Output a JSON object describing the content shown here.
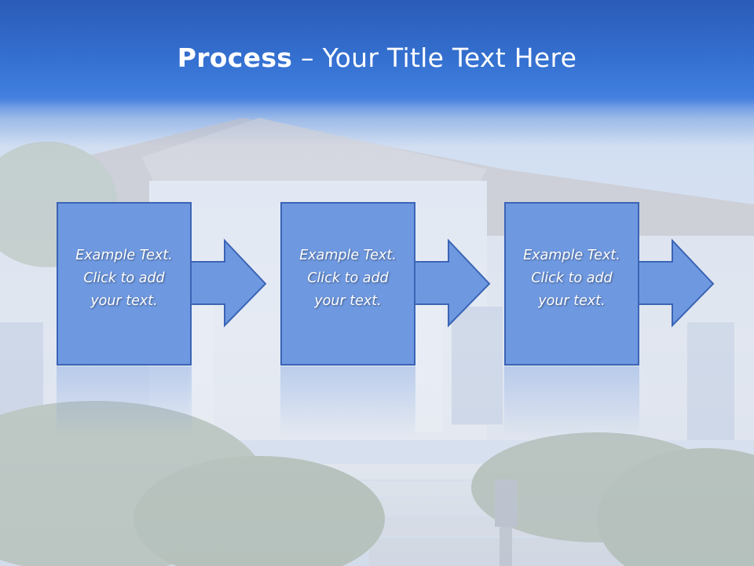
{
  "title": {
    "bold": "Process",
    "rest": " – Your Title Text Here"
  },
  "steps": [
    {
      "lines": [
        "Example Text.",
        "Click  to add",
        "your text."
      ]
    },
    {
      "lines": [
        "Example Text.",
        "Click  to add",
        "your text."
      ]
    },
    {
      "lines": [
        "Example Text.",
        "Click  to add",
        "your text."
      ]
    }
  ],
  "colors": {
    "box_fill": "#6e98e0",
    "box_border": "#3b64b5",
    "header": "#3470d0"
  },
  "background": {
    "description_icon": "house-photo"
  }
}
